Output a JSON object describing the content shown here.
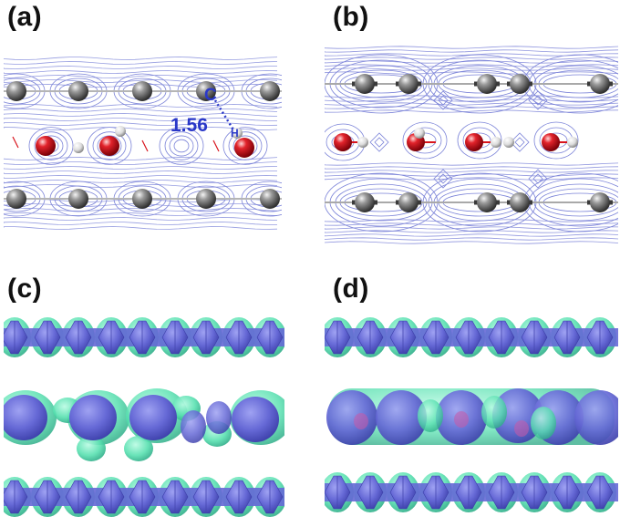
{
  "panels": [
    {
      "id": "a",
      "label": "(a)"
    },
    {
      "id": "b",
      "label": "(b)"
    },
    {
      "id": "c",
      "label": "(c)"
    },
    {
      "id": "d",
      "label": "(d)"
    }
  ],
  "annotations": {
    "distance_value": "1.56",
    "carbon_letter": "C",
    "hydrogen_letter": "H"
  },
  "colors": {
    "contour": "#7b83d8",
    "carbon_atom": "#6e6e6e",
    "oxygen_atom": "#d8141c",
    "hydrogen_atom": "#e8e8e8",
    "isosurface_blue": "#6f72d9",
    "isosurface_cyan": "#5fe8b8",
    "annotation_blue": "#2a38c8"
  }
}
